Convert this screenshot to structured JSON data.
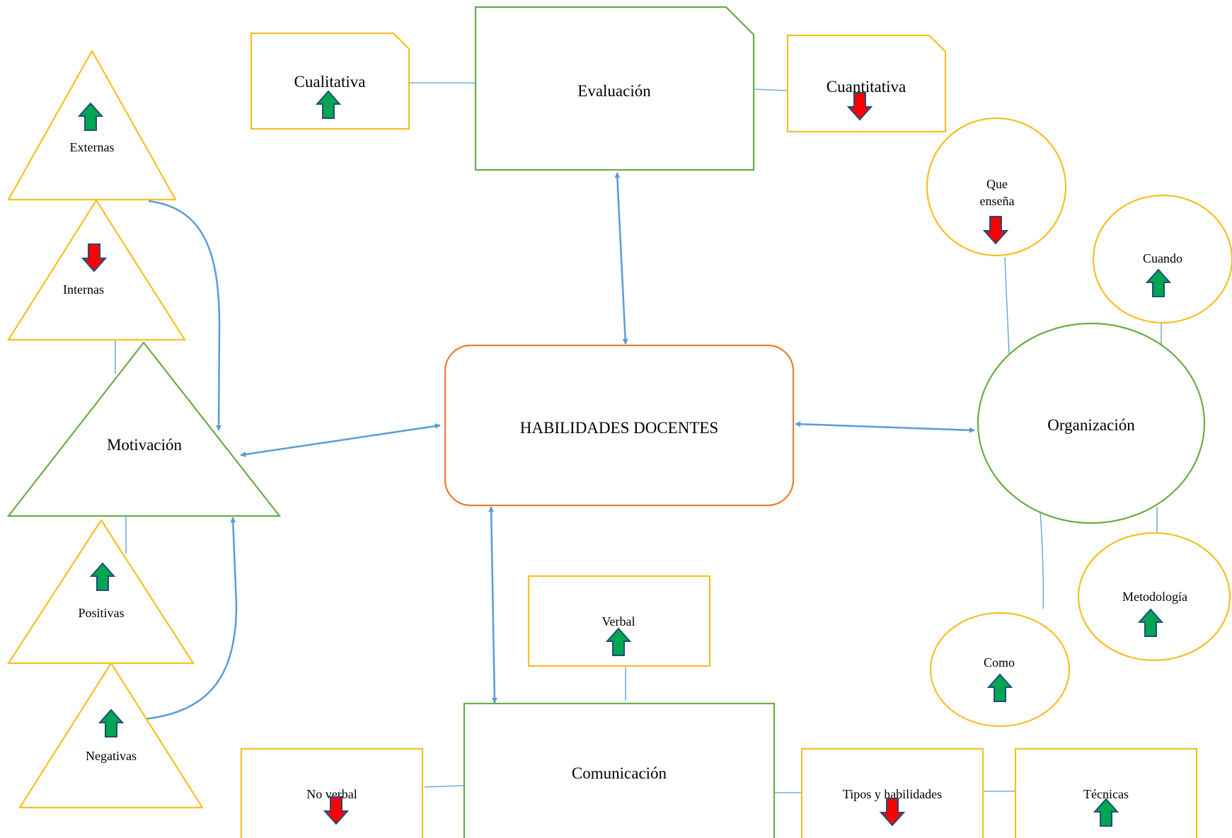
{
  "colors": {
    "yellow": "#f5c024",
    "green": "#6aac46",
    "orange": "#ed7d31",
    "connector": "#5b9bd5",
    "arrow_up": "#00a651",
    "arrow_down": "#ff0000",
    "arrow_outline": "#1f4e79"
  },
  "center": {
    "label": "HABILIDADES DOCENTES"
  },
  "evaluacion": {
    "label": "Evaluación",
    "cualitativa": {
      "label": "Cualitativa",
      "trend": "up"
    },
    "cuantitativa": {
      "label": "Cuantitativa",
      "trend": "down"
    }
  },
  "motivacion": {
    "label": "Motivación",
    "externas": {
      "label": "Externas",
      "trend": "up"
    },
    "internas": {
      "label": "Internas",
      "trend": "down"
    },
    "positivas": {
      "label": "Positivas",
      "trend": "up"
    },
    "negativas": {
      "label": "Negativas",
      "trend": "up"
    }
  },
  "organizacion": {
    "label": "Organización",
    "que_ensena": {
      "line1": "Que",
      "line2": "enseña",
      "trend": "down"
    },
    "cuando": {
      "label": "Cuando",
      "trend": "up"
    },
    "metodologia": {
      "label": "Metodología",
      "trend": "up"
    },
    "como": {
      "label": "Como",
      "trend": "up"
    }
  },
  "comunicacion": {
    "label": "Comunicación",
    "verbal": {
      "label": "Verbal",
      "trend": "up"
    },
    "no_verbal": {
      "label": "No verbal",
      "trend": "down"
    },
    "tipos": {
      "label": "Tipos y habilidades",
      "trend": "down"
    },
    "tecnicas": {
      "label": "Técnicas",
      "trend": "up"
    }
  }
}
